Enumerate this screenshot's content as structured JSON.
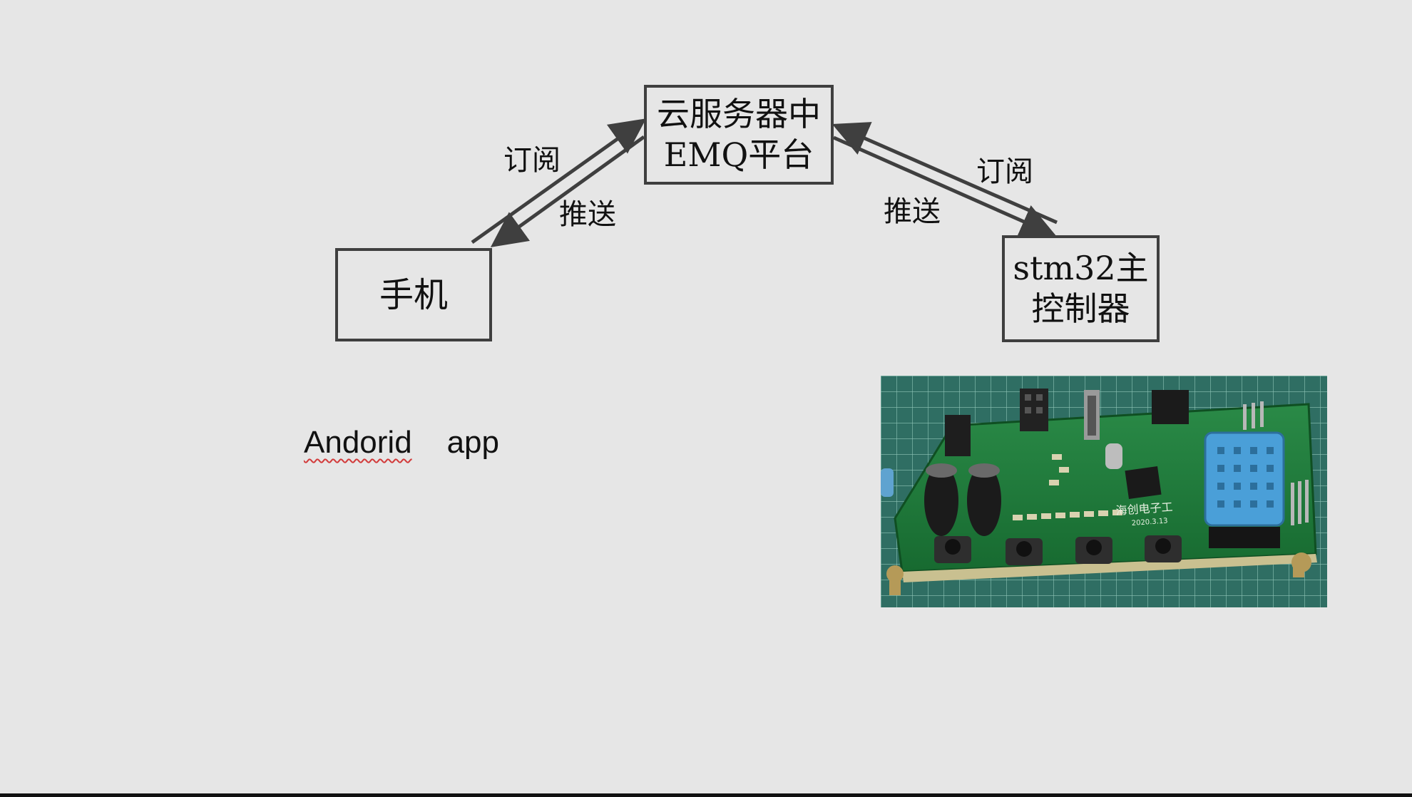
{
  "diagram": {
    "nodes": {
      "cloud": {
        "line1": "云服务器中",
        "line2": "EMQ平台"
      },
      "phone": {
        "label": "手机"
      },
      "stm32": {
        "line1": "stm32主",
        "line2": "控制器"
      }
    },
    "edges": {
      "phone_to_cloud": "订阅",
      "cloud_to_phone": "推送",
      "stm32_to_cloud": "订阅",
      "cloud_to_stm32": "推送"
    },
    "caption": {
      "word1": "Andorid",
      "word2": "app"
    },
    "photo": {
      "subject": "stm32-board-photo",
      "silkscreen": "海创电子工",
      "date": "2020.3.13"
    },
    "colors": {
      "background": "#e6e6e6",
      "line": "#3f3f3f",
      "pcb": "#1f7a3a",
      "sensor": "#4a9fd8",
      "mat": "#2f6e63"
    }
  }
}
